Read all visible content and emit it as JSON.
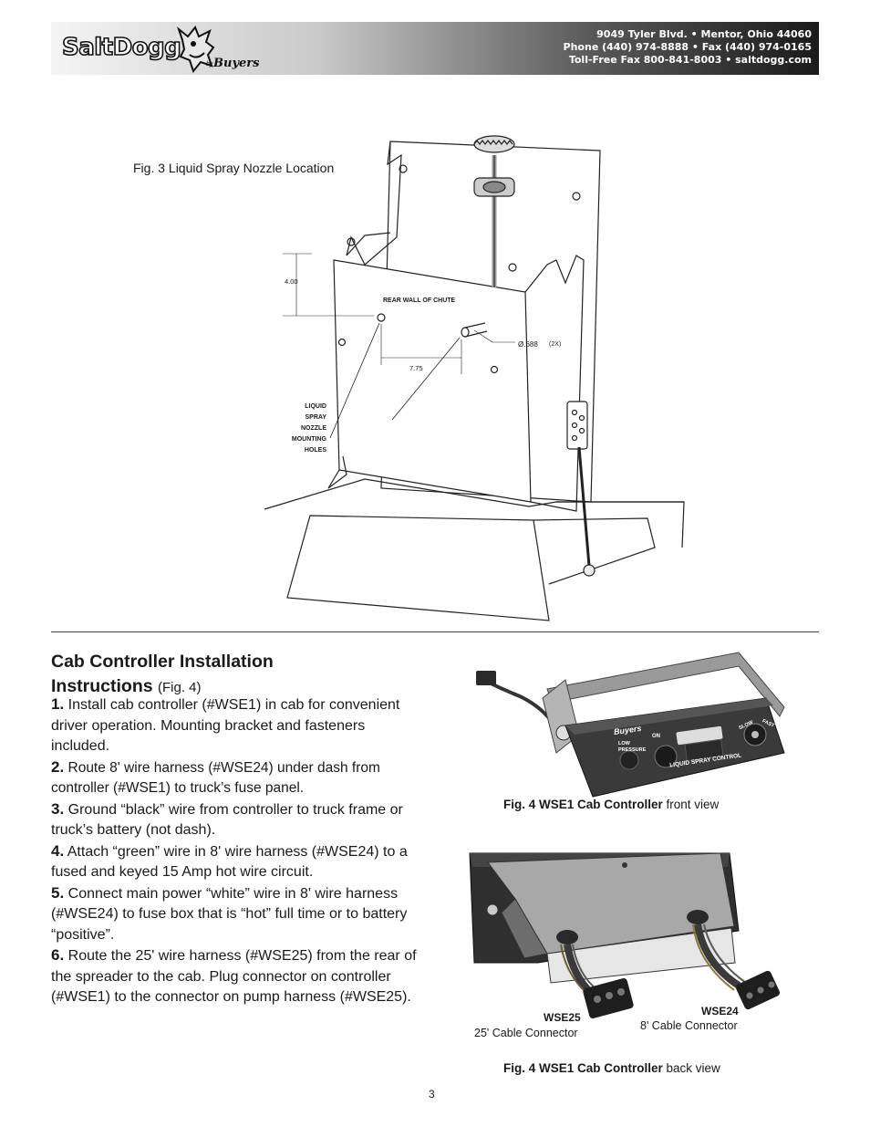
{
  "header": {
    "logo_name": "SaltDogg",
    "logo_by": "by",
    "logo_brand": "Buyers",
    "address_line1": "9049 Tyler Blvd. • Mentor, Ohio 44060",
    "address_line2": "Phone (440) 974-8888 • Fax (440) 974-0165",
    "address_line3": "Toll-Free Fax 800-841-8003 • saltdogg.com"
  },
  "fig3": {
    "caption": "Fig. 3  Liquid Spray Nozzle Location",
    "dim_vertical": "4.00",
    "dim_horizontal": "7.75",
    "hole_diameter": "Ø.688",
    "hole_count": "(2X)",
    "rear_wall_label": "REAR WALL OF CHUTE",
    "nozzle_label": [
      "LIQUID",
      "SPRAY",
      "NOZZLE",
      "MOUNTING",
      "HOLES"
    ]
  },
  "section": {
    "title_line1": "Cab Controller Installation",
    "title_line2": "Instructions",
    "title_ref": "(Fig. 4)"
  },
  "steps": [
    {
      "num": "1.",
      "text": "Install cab controller (#WSE1) in cab for convenient driver operation. Mounting bracket and fasteners included."
    },
    {
      "num": "2.",
      "text": "Route 8' wire harness (#WSE24) under dash from controller (#WSE1) to truck’s fuse panel."
    },
    {
      "num": "3.",
      "text": "Ground “black” wire from controller to truck frame or truck’s battery (not dash)."
    },
    {
      "num": "4.",
      "text": "Attach “green” wire in 8' wire harness (#WSE24) to a fused and keyed 15 Amp hot wire circuit."
    },
    {
      "num": "5.",
      "text": "Connect main power “white” wire in 8' wire harness (#WSE24) to fuse box that is “hot” full time or to battery “positive”."
    },
    {
      "num": "6.",
      "text": "Route the 25' wire harness (#WSE25) from the rear of the spreader to the cab. Plug connector on controller (#WSE1) to the connector on pump harness (#WSE25)."
    }
  ],
  "fig4_front": {
    "caption_bold": "Fig. 4  WSE1 Cab Controller",
    "caption_rest": " front view",
    "panel_brand": "Buyers",
    "panel_title": "LIQUID SPRAY CONTROL",
    "label_low_pressure": "LOW PRESSURE",
    "label_on": "ON",
    "label_slow": "SLOW",
    "label_fast": "FAST"
  },
  "fig4_back": {
    "caption_bold": "Fig. 4  WSE1 Cab Controller",
    "caption_rest": " back view",
    "wse25_label": "WSE25",
    "wse25_desc": "25' Cable Connector",
    "wse24_label": "WSE24",
    "wse24_desc": "8' Cable Connector"
  },
  "page_number": "3"
}
